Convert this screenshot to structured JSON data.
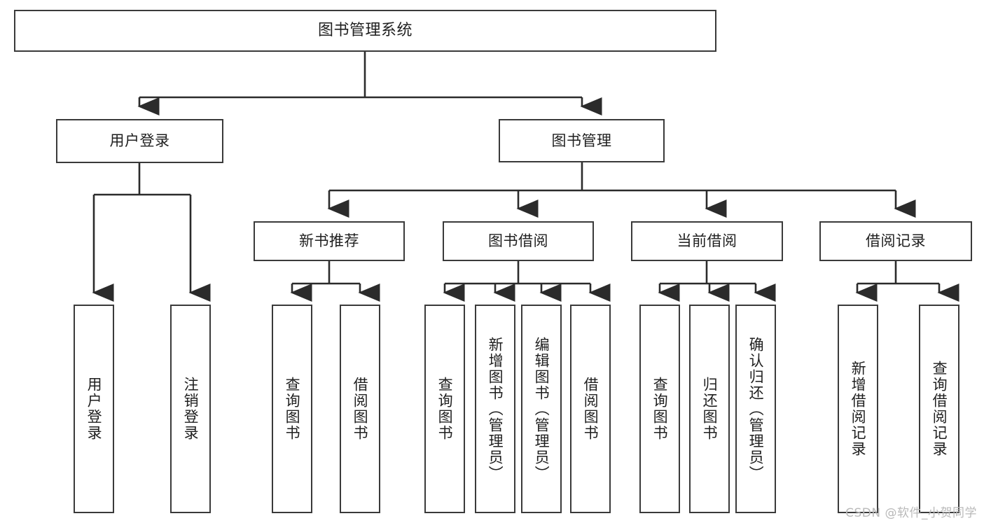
{
  "diagram": {
    "title": "图书管理系统",
    "type": "功能结构图",
    "watermark": "CSDN @软件_小贺同学",
    "style": {
      "box_border_color": "#3a3a3a",
      "box_fill_color": "#ffffff",
      "connector_color": "#2b2b2b",
      "background_color": "#ffffff",
      "watermark_color": "#b9b9b9"
    },
    "root": {
      "id": "root",
      "label": "图书管理系统"
    },
    "level1": [
      {
        "id": "user-login",
        "label": "用户登录"
      },
      {
        "id": "book-management",
        "label": "图书管理"
      }
    ],
    "level2": [
      {
        "id": "new-book-recommend",
        "label": "新书推荐",
        "parent": "book-management"
      },
      {
        "id": "book-borrow",
        "label": "图书借阅",
        "parent": "book-management"
      },
      {
        "id": "current-borrow",
        "label": "当前借阅",
        "parent": "book-management"
      },
      {
        "id": "borrow-record",
        "label": "借阅记录",
        "parent": "book-management"
      }
    ],
    "leaves": {
      "user-login": [
        {
          "id": "leaf-user-login",
          "label": "用户登录"
        },
        {
          "id": "leaf-logout-login",
          "label": "注销登录"
        }
      ],
      "new-book-recommend": [
        {
          "id": "leaf-query-book-1",
          "label": "查询图书"
        },
        {
          "id": "leaf-borrow-book-1",
          "label": "借阅图书"
        }
      ],
      "book-borrow": [
        {
          "id": "leaf-query-book-2",
          "label": "查询图书"
        },
        {
          "id": "leaf-add-book",
          "label": "新增图书（管理员）"
        },
        {
          "id": "leaf-edit-book",
          "label": "编辑图书（管理员）"
        },
        {
          "id": "leaf-borrow-book-2",
          "label": "借阅图书"
        }
      ],
      "current-borrow": [
        {
          "id": "leaf-query-book-3",
          "label": "查询图书"
        },
        {
          "id": "leaf-return-book",
          "label": "归还图书"
        },
        {
          "id": "leaf-confirm-return",
          "label": "确认归还（管理员）"
        }
      ],
      "borrow-record": [
        {
          "id": "leaf-add-record",
          "label": "新增借阅记录"
        },
        {
          "id": "leaf-query-record",
          "label": "查询借阅记录"
        }
      ]
    }
  }
}
